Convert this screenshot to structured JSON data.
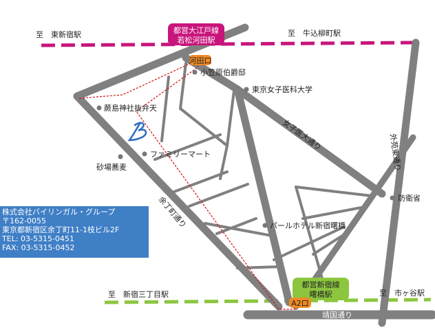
{
  "colors": {
    "road": "#808080",
    "oedo_line": "#c8157c",
    "shinjuku_line": "#8cc63f",
    "exit_badge": "#f08a24",
    "info_box": "#3f7fc6",
    "route": "#d01010",
    "office_logo": "#2f6fc0"
  },
  "top_rail": {
    "left_dir": "至　東新宿駅",
    "right_dir": "至　牛込柳町駅"
  },
  "bottom_rail": {
    "left_dir": "至　新宿三丁目駅",
    "right_dir": "至　市ヶ谷駅"
  },
  "stations": {
    "oedo": {
      "line1": "都営大江戸線",
      "line2": "若松河田駅"
    },
    "shinjuku": {
      "line1": "都営新宿線",
      "line2": "曙橋駅"
    }
  },
  "exits": {
    "kawada": "河田口",
    "a2": "A2口"
  },
  "landmarks": {
    "ogasawara": "小笠原伯爵邸",
    "twmu": "東京女子医科大学",
    "benten": "蕨島神社抜弁天",
    "familymart": "ファミリーマート",
    "sunaba": "砂場蕎麦",
    "mod": "防衛省",
    "pearl": "パールホテル新宿曙橋"
  },
  "roads": {
    "joshi_idai": "女子医大通り",
    "gaien": "外苑東通り",
    "yocho": "余丁町通り",
    "yasukuni": "靖国通り"
  },
  "company": {
    "name": "株式会社バイリンガル・グループ",
    "postal": "〒162-0055",
    "address": "東京都新宿区余丁町11-1枝ビル2F",
    "tel": "TEL: 03-5315-0451",
    "fax": "FAX: 03-5315-0452"
  }
}
